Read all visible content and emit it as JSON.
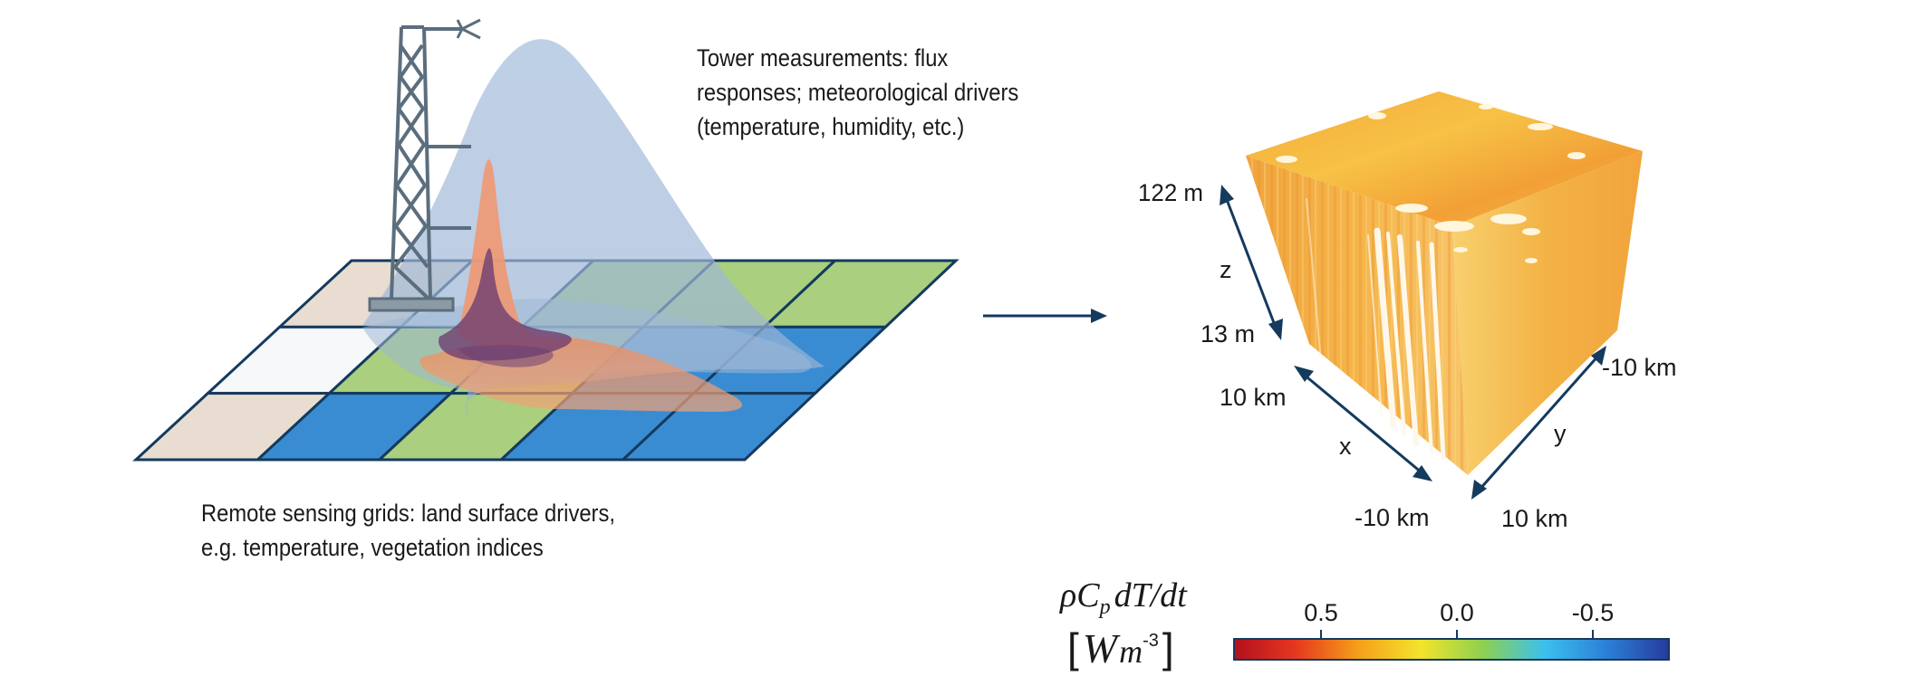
{
  "tower_caption": {
    "lines": [
      "Tower measurements: flux",
      "responses; meteorological drivers",
      "(temperature, humidity, etc.)"
    ]
  },
  "grid_caption": {
    "lines": [
      "Remote sensing grids: land surface drivers,",
      "e.g. temperature, vegetation indices"
    ]
  },
  "grid": {
    "rows": [
      [
        "tan",
        "white",
        "green",
        "green",
        "green"
      ],
      [
        "white",
        "green",
        "green",
        "blue",
        "blue"
      ],
      [
        "tan",
        "blue",
        "green",
        "blue",
        "blue"
      ]
    ],
    "colors": {
      "tan": "#e8ddd0",
      "white": "#f6f8f9",
      "green": "#a9cf7f",
      "blue": "#3a8cd2"
    }
  },
  "cube": {
    "z_top": "122 m",
    "z_bottom": "13 m",
    "z_axis": "z",
    "x_start": "10 km",
    "x_axis": "x",
    "x_end": "-10 km",
    "y_start": "-10 km",
    "y_axis": "y",
    "y_end": "10 km"
  },
  "colorbar": {
    "label": {
      "rho": "ρ",
      "C": "C",
      "p": "p",
      "rest": "dT/dt"
    },
    "unit": {
      "open": "[",
      "W": "W",
      "m": "m",
      "exp": "-3",
      "close": "]"
    },
    "ticks": [
      {
        "label": "0.5",
        "value": 0.5
      },
      {
        "label": "0.0",
        "value": 0.0
      },
      {
        "label": "-0.5",
        "value": -0.5
      }
    ],
    "range": [
      0.82,
      -0.78
    ],
    "colors": [
      "#b30f1e",
      "#e6381f",
      "#f5a019",
      "#f3e42c",
      "#8fd04f",
      "#3bc0ee",
      "#2c7fd6",
      "#263b9e"
    ]
  },
  "colors": {
    "navy": "#143a5e",
    "tower": "#5b6e7e",
    "plume_blue": "#9fb8d6",
    "plume_orange": "#ec9a6d",
    "plume_purple": "#6e3f72"
  }
}
